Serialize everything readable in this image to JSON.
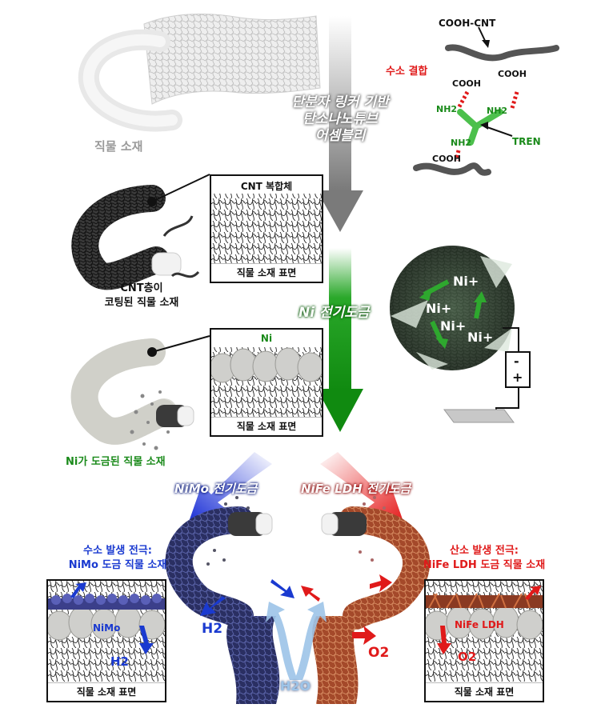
{
  "labels": {
    "textile": "직물 소재",
    "cnt_coated_line1": "CNT층이",
    "cnt_coated_line2": "코팅된 직물 소재",
    "ni_plated": "Ni가 도금된 직물 소재",
    "cooh_cnt": "COOH-CNT",
    "hydrogen_bond": "수소 결합",
    "cooh_1": "COOH",
    "cooh_2": "COOH",
    "cooh_3": "COOH",
    "nh2_1": "NH2",
    "nh2_2": "NH2",
    "nh2_3": "NH2",
    "tren": "TREN",
    "her_line1": "수소 발생 전극:",
    "her_line2": "NiMo 도금 직물 소재",
    "oer_line1": "산소 발생 전극:",
    "oer_line2": "NiFe LDH 도금 직물 소재",
    "h2": "H2",
    "o2": "O2",
    "h2o": "H2O",
    "ni_ion_1": "Ni+",
    "ni_ion_2": "Ni+",
    "ni_ion_3": "Ni+",
    "ni_ion_4": "Ni+",
    "minus": "-",
    "plus": "+"
  },
  "arrows": {
    "cnt_assembly_line1": "단분자 링커 기반",
    "cnt_assembly_line2": "탄소나노튜브",
    "cnt_assembly_line3": "어셈블리",
    "ni_plating": "Ni 전기도금",
    "nimo_plating": "NiMo 전기도금",
    "nife_plating": "NiFe LDH 전기도금"
  },
  "insets": {
    "cnt": {
      "title": "CNT 복합체",
      "bottom": "직물 소재 표면"
    },
    "ni": {
      "title": "Ni",
      "bottom": "직물 소재 표면"
    },
    "nimo": {
      "title": "NiMo",
      "h2": "H2",
      "bottom": "직물 소재 표면"
    },
    "nife": {
      "title": "NiFe LDH",
      "o2": "O2",
      "bottom": "직물 소재 표면"
    }
  },
  "colors": {
    "gray_arrow": "#8a8a8a",
    "green_arrow": "#159a15",
    "blue_arrow": "#1a2fd6",
    "red_arrow": "#e51c1c",
    "nimo_textile": "#2a2f62",
    "nife_textile": "#a4492a",
    "tren_green": "#4cc04c"
  }
}
